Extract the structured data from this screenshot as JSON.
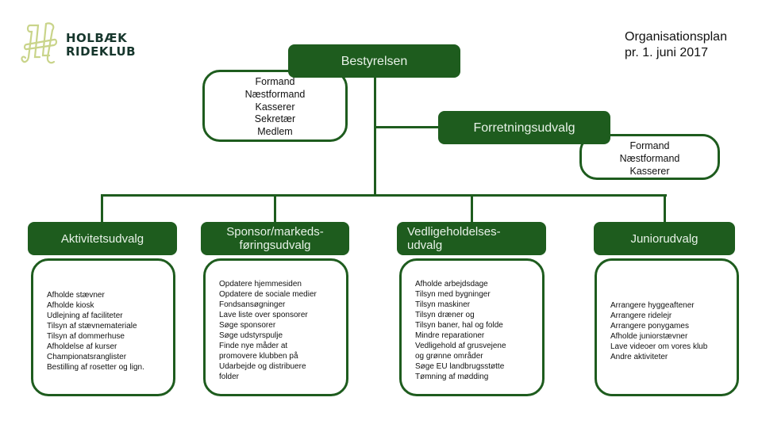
{
  "logo": {
    "line1": "HOLBÆK",
    "line2": "RIDEKLUB",
    "icon": "horse-h-monogram-icon",
    "icon_color": "#c9d48a"
  },
  "title": {
    "line1": "Organisationsplan",
    "line2": "pr. 1. juni 2017"
  },
  "colors": {
    "accent": "#1e5c1e",
    "header_text": "#e8f2e8"
  },
  "board": {
    "label": "Bestyrelsen",
    "members": [
      "Formand",
      "Næstformand",
      "Kasserer",
      "Sekretær",
      "Medlem"
    ]
  },
  "business_committee": {
    "label": "Forretningsudvalg",
    "members": [
      "Formand",
      "Næstformand",
      "Kasserer"
    ]
  },
  "committees": [
    {
      "label": "Aktivitetsudvalg",
      "tasks": [
        "Afholde stævner",
        "Afholde kiosk",
        "Udlejning af faciliteter",
        "Tilsyn af stævnemateriale",
        "Tilsyn af dommerhuse",
        "Afholdelse af kurser",
        "Championatsranglister",
        "Bestilling af rosetter og lign."
      ]
    },
    {
      "label": "Sponsor/markeds-\nføringsudvalg",
      "label_line1": "Sponsor/markeds-",
      "label_line2": "føringsudvalg",
      "tasks": [
        "Opdatere hjemmesiden",
        "Opdatere de sociale medier",
        "Fondsansøgninger",
        "Lave liste over sponsorer",
        "Søge sponsorer",
        "Søge udstyrspulje",
        "Finde nye måder at",
        "promovere klubben på",
        "Udarbejde og distribuere",
        "folder"
      ]
    },
    {
      "label": "Vedligeholdelses-\nudvalg",
      "label_line1": "Vedligeholdelses-",
      "label_line2": "udvalg",
      "tasks": [
        "Afholde arbejdsdage",
        "Tilsyn med bygninger",
        "Tilsyn maskiner",
        "Tilsyn dræner og",
        "Tilsyn baner, hal og folde",
        "Mindre reparationer",
        "Vedligehold af grusvejene",
        "og grønne områder",
        "Søge EU landbrugsstøtte",
        "Tømning af mødding"
      ]
    },
    {
      "label": "Juniorudvalg",
      "tasks": [
        "Arrangere hyggeaftener",
        "Arrangere ridelejr",
        "Arrangere ponygames",
        "Afholde juniorstævner",
        "Lave videoer om vores klub",
        "Andre aktiviteter"
      ]
    }
  ]
}
